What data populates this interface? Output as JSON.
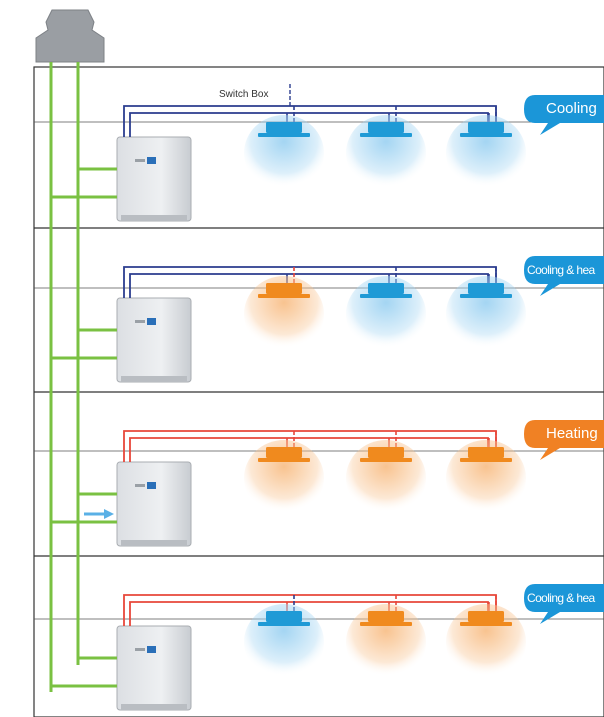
{
  "switch_box_label": "Switch Box",
  "floors": [
    {
      "mode": "Cooling",
      "units": [
        "cooling",
        "cooling",
        "cooling"
      ],
      "pipe": "blue",
      "callout": "cooling",
      "has_arrow": false
    },
    {
      "mode": "Cooling & hea",
      "units": [
        "heating",
        "cooling",
        "cooling"
      ],
      "pipe": "blue",
      "callout": "cooling",
      "has_arrow": false
    },
    {
      "mode": "Heating",
      "units": [
        "heating",
        "heating",
        "heating"
      ],
      "pipe": "red",
      "callout": "heating",
      "has_arrow": true
    },
    {
      "mode": "Cooling & hea",
      "units": [
        "cooling",
        "heating",
        "heating"
      ],
      "pipe": "red",
      "callout": "cooling",
      "has_arrow": false
    }
  ],
  "colors": {
    "cool_unit": "#1f9ad6",
    "cool_glow": "#9fd3f2",
    "heat_unit": "#f08a1e",
    "heat_glow": "#f8c08a",
    "callout_cool": "#1b96d8",
    "callout_heat": "#f08124",
    "riser": "#7ac142",
    "pipe_blue": "#2b3d8f",
    "pipe_red": "#e8473a",
    "arrow": "#5ab0e6",
    "outline": "#333333"
  },
  "icons": {
    "roof_unit": "rooftop-unit-icon",
    "outdoor_unit": "outdoor-unit-icon"
  }
}
